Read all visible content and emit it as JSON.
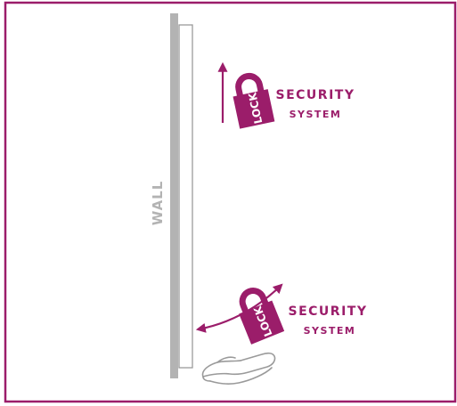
{
  "wall_label": "WALL",
  "top_group": {
    "lock_text": "LOCK",
    "label_line1": "SECURITY",
    "label_line2": "SYSTEM"
  },
  "bottom_group": {
    "lock_text": "LOCK",
    "label_line1": "SECURITY",
    "label_line2": "SYSTEM"
  },
  "colors": {
    "accent": "#9b1d6a",
    "wall": "#b3b3b3",
    "door_stroke": "#9a9a9a",
    "hand_stroke": "#9a9a9a",
    "background": "#ffffff"
  }
}
